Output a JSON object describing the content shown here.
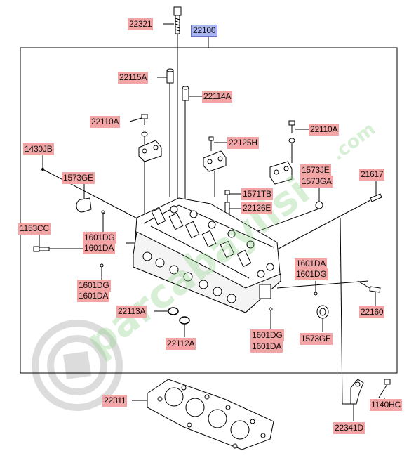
{
  "diagram": {
    "main_part": "22100",
    "labels": [
      {
        "id": "l1",
        "text": "22321"
      },
      {
        "id": "l2",
        "text": "22115A"
      },
      {
        "id": "l3",
        "text": "22114A"
      },
      {
        "id": "l4",
        "text": "22110A"
      },
      {
        "id": "l5",
        "text": "22110A"
      },
      {
        "id": "l6",
        "text": "22125H"
      },
      {
        "id": "l7",
        "text": "1430JB"
      },
      {
        "id": "l8",
        "text": "1573GE"
      },
      {
        "id": "l9",
        "text": "1573JE"
      },
      {
        "id": "l10",
        "text": "1573GA"
      },
      {
        "id": "l11",
        "text": "21617"
      },
      {
        "id": "l12",
        "text": "1571TB"
      },
      {
        "id": "l13",
        "text": "22126E"
      },
      {
        "id": "l14",
        "text": "1153CC"
      },
      {
        "id": "l15",
        "text": "1601DG"
      },
      {
        "id": "l16",
        "text": "1601DA"
      },
      {
        "id": "l17",
        "text": "1601DA"
      },
      {
        "id": "l18",
        "text": "1601DG"
      },
      {
        "id": "l19",
        "text": "1601DG"
      },
      {
        "id": "l20",
        "text": "1601DA"
      },
      {
        "id": "l21",
        "text": "22113A"
      },
      {
        "id": "l22",
        "text": "22160"
      },
      {
        "id": "l23",
        "text": "22112A"
      },
      {
        "id": "l24",
        "text": "1601DG"
      },
      {
        "id": "l25",
        "text": "1601DA"
      },
      {
        "id": "l26",
        "text": "1573GE"
      },
      {
        "id": "l27",
        "text": "22311"
      },
      {
        "id": "l28",
        "text": "1140HC"
      },
      {
        "id": "l29",
        "text": "22341D"
      }
    ]
  },
  "watermark": {
    "text": "parcabaylisi",
    "suffix": ".com",
    "color": "#8fd48a"
  },
  "colors": {
    "label_bg": "#f3a5a5",
    "main_label_bg": "#aab4f2",
    "line": "#000000"
  }
}
